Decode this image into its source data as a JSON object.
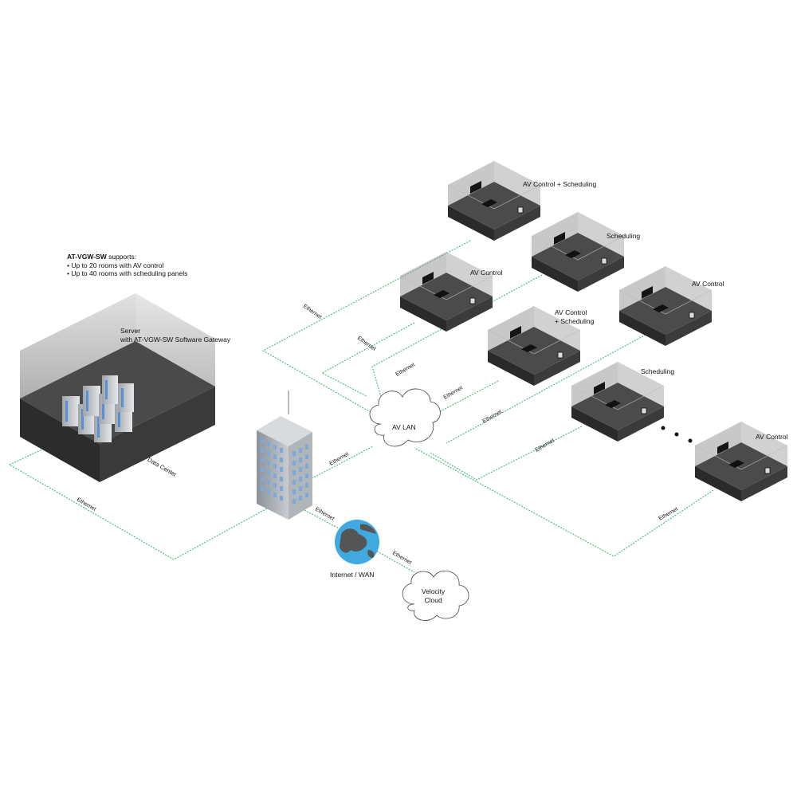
{
  "info": {
    "product": "AT-VGW-SW",
    "supports": "supports:",
    "lines": [
      "• Up to 20 rooms with AV control",
      "• Up to 40 rooms with scheduling panels"
    ]
  },
  "server": {
    "line1": "Server",
    "line2": "with AT-VGW-SW Software Gateway",
    "room_label": "Data Center"
  },
  "lan": {
    "label": "AV LAN"
  },
  "internet": {
    "label": "Internet / WAN"
  },
  "cloud": {
    "line1": "Velocity",
    "line2": "Cloud"
  },
  "link_label": "Ethernet",
  "rooms": [
    {
      "label": "AV Control + Scheduling"
    },
    {
      "label": "Scheduling"
    },
    {
      "label": "AV Control"
    },
    {
      "label": "AV Control"
    },
    {
      "label_1": "AV Control",
      "label_2": "+ Scheduling"
    },
    {
      "label": "Scheduling"
    },
    {
      "label": "AV Control"
    }
  ],
  "colors": {
    "link": "#2fb36b",
    "room_dark": "#333333",
    "room_glass": "#9a9a9a",
    "globe_water": "#3fa9e0",
    "globe_land": "#555555"
  }
}
